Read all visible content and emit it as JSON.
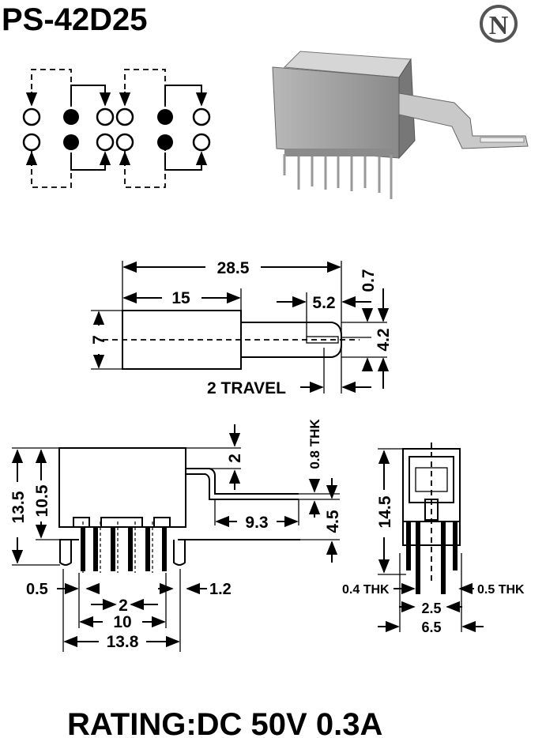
{
  "title": "PS-42D25",
  "logo_letter": "N",
  "rating": "RATING:DC 50V 0.3A",
  "top_view": {
    "dim_overall": "28.5",
    "dim_body": "15",
    "dim_lever": "5.2",
    "dim_height": "7",
    "dim_tip": "0.7",
    "dim_lever_width": "4.2",
    "travel": "2 TRAVEL"
  },
  "side_view": {
    "dim_total_height": "13.5",
    "dim_body_height": "10.5",
    "dim_lever_offset": "2",
    "thickness_label": "0.8 THK",
    "dim_lever_length": "9.3",
    "dim_lever_height": "4.5",
    "dim_pin_width": "0.5",
    "dim_pin_pitch": "2",
    "dim_pin_span": "10",
    "dim_width": "13.8",
    "dim_lug": "1.2"
  },
  "end_view": {
    "dim_height": "14.5",
    "thk_left": "0.4 THK",
    "thk_right": "0.5 THK",
    "dim_pitch": "2.5",
    "dim_width": "6.5"
  }
}
